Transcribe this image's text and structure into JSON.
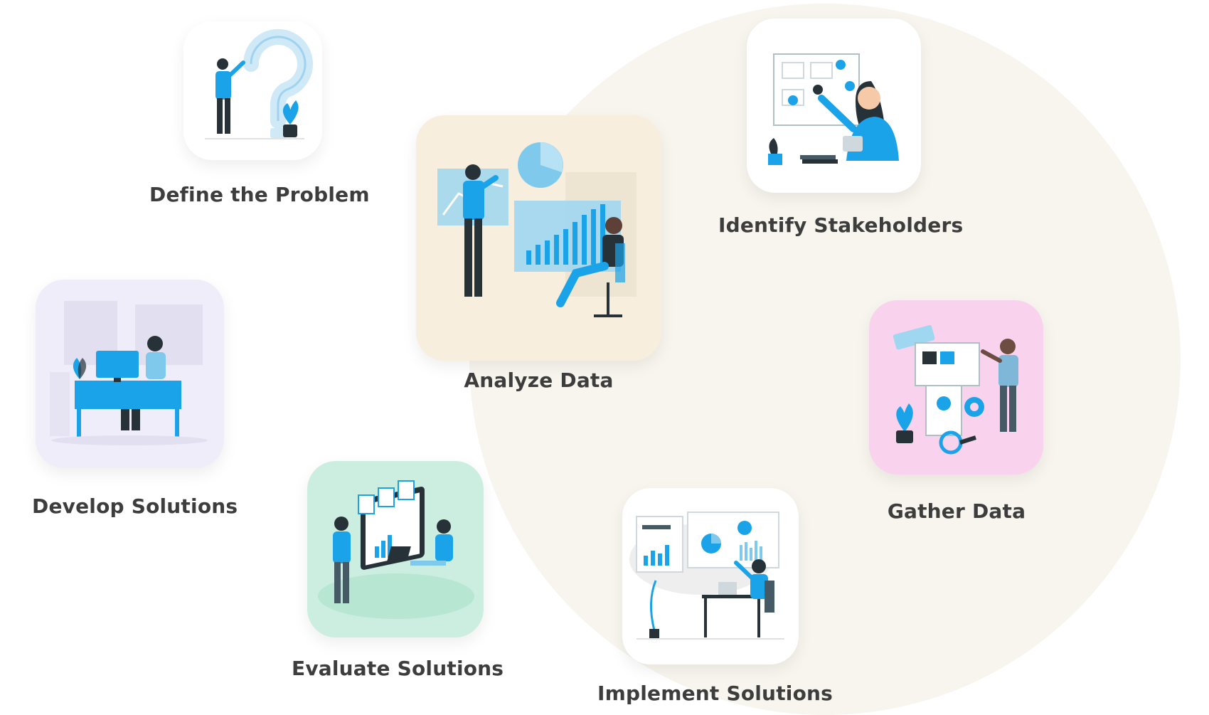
{
  "steps": [
    {
      "label": "Define the Problem",
      "bg": "#ffffff",
      "icon": "question-maze-illustration"
    },
    {
      "label": "Identify Stakeholders",
      "bg": "#ffffff",
      "icon": "stakeholder-map-illustration"
    },
    {
      "label": "Analyze Data",
      "bg": "#f7eede",
      "icon": "data-analysis-illustration"
    },
    {
      "label": "Gather Data",
      "bg": "#f9d3ee",
      "icon": "data-gathering-illustration"
    },
    {
      "label": "Develop Solutions",
      "bg": "#efedf9",
      "icon": "developer-desk-illustration"
    },
    {
      "label": "Evaluate Solutions",
      "bg": "#cbeee0",
      "icon": "evaluation-meeting-illustration"
    },
    {
      "label": "Implement Solutions",
      "bg": "#ffffff",
      "icon": "implementation-dashboard-illustration"
    }
  ],
  "colors": {
    "accent": "#1aa3e8",
    "dark": "#263238",
    "circle": "#f8f5ee"
  }
}
